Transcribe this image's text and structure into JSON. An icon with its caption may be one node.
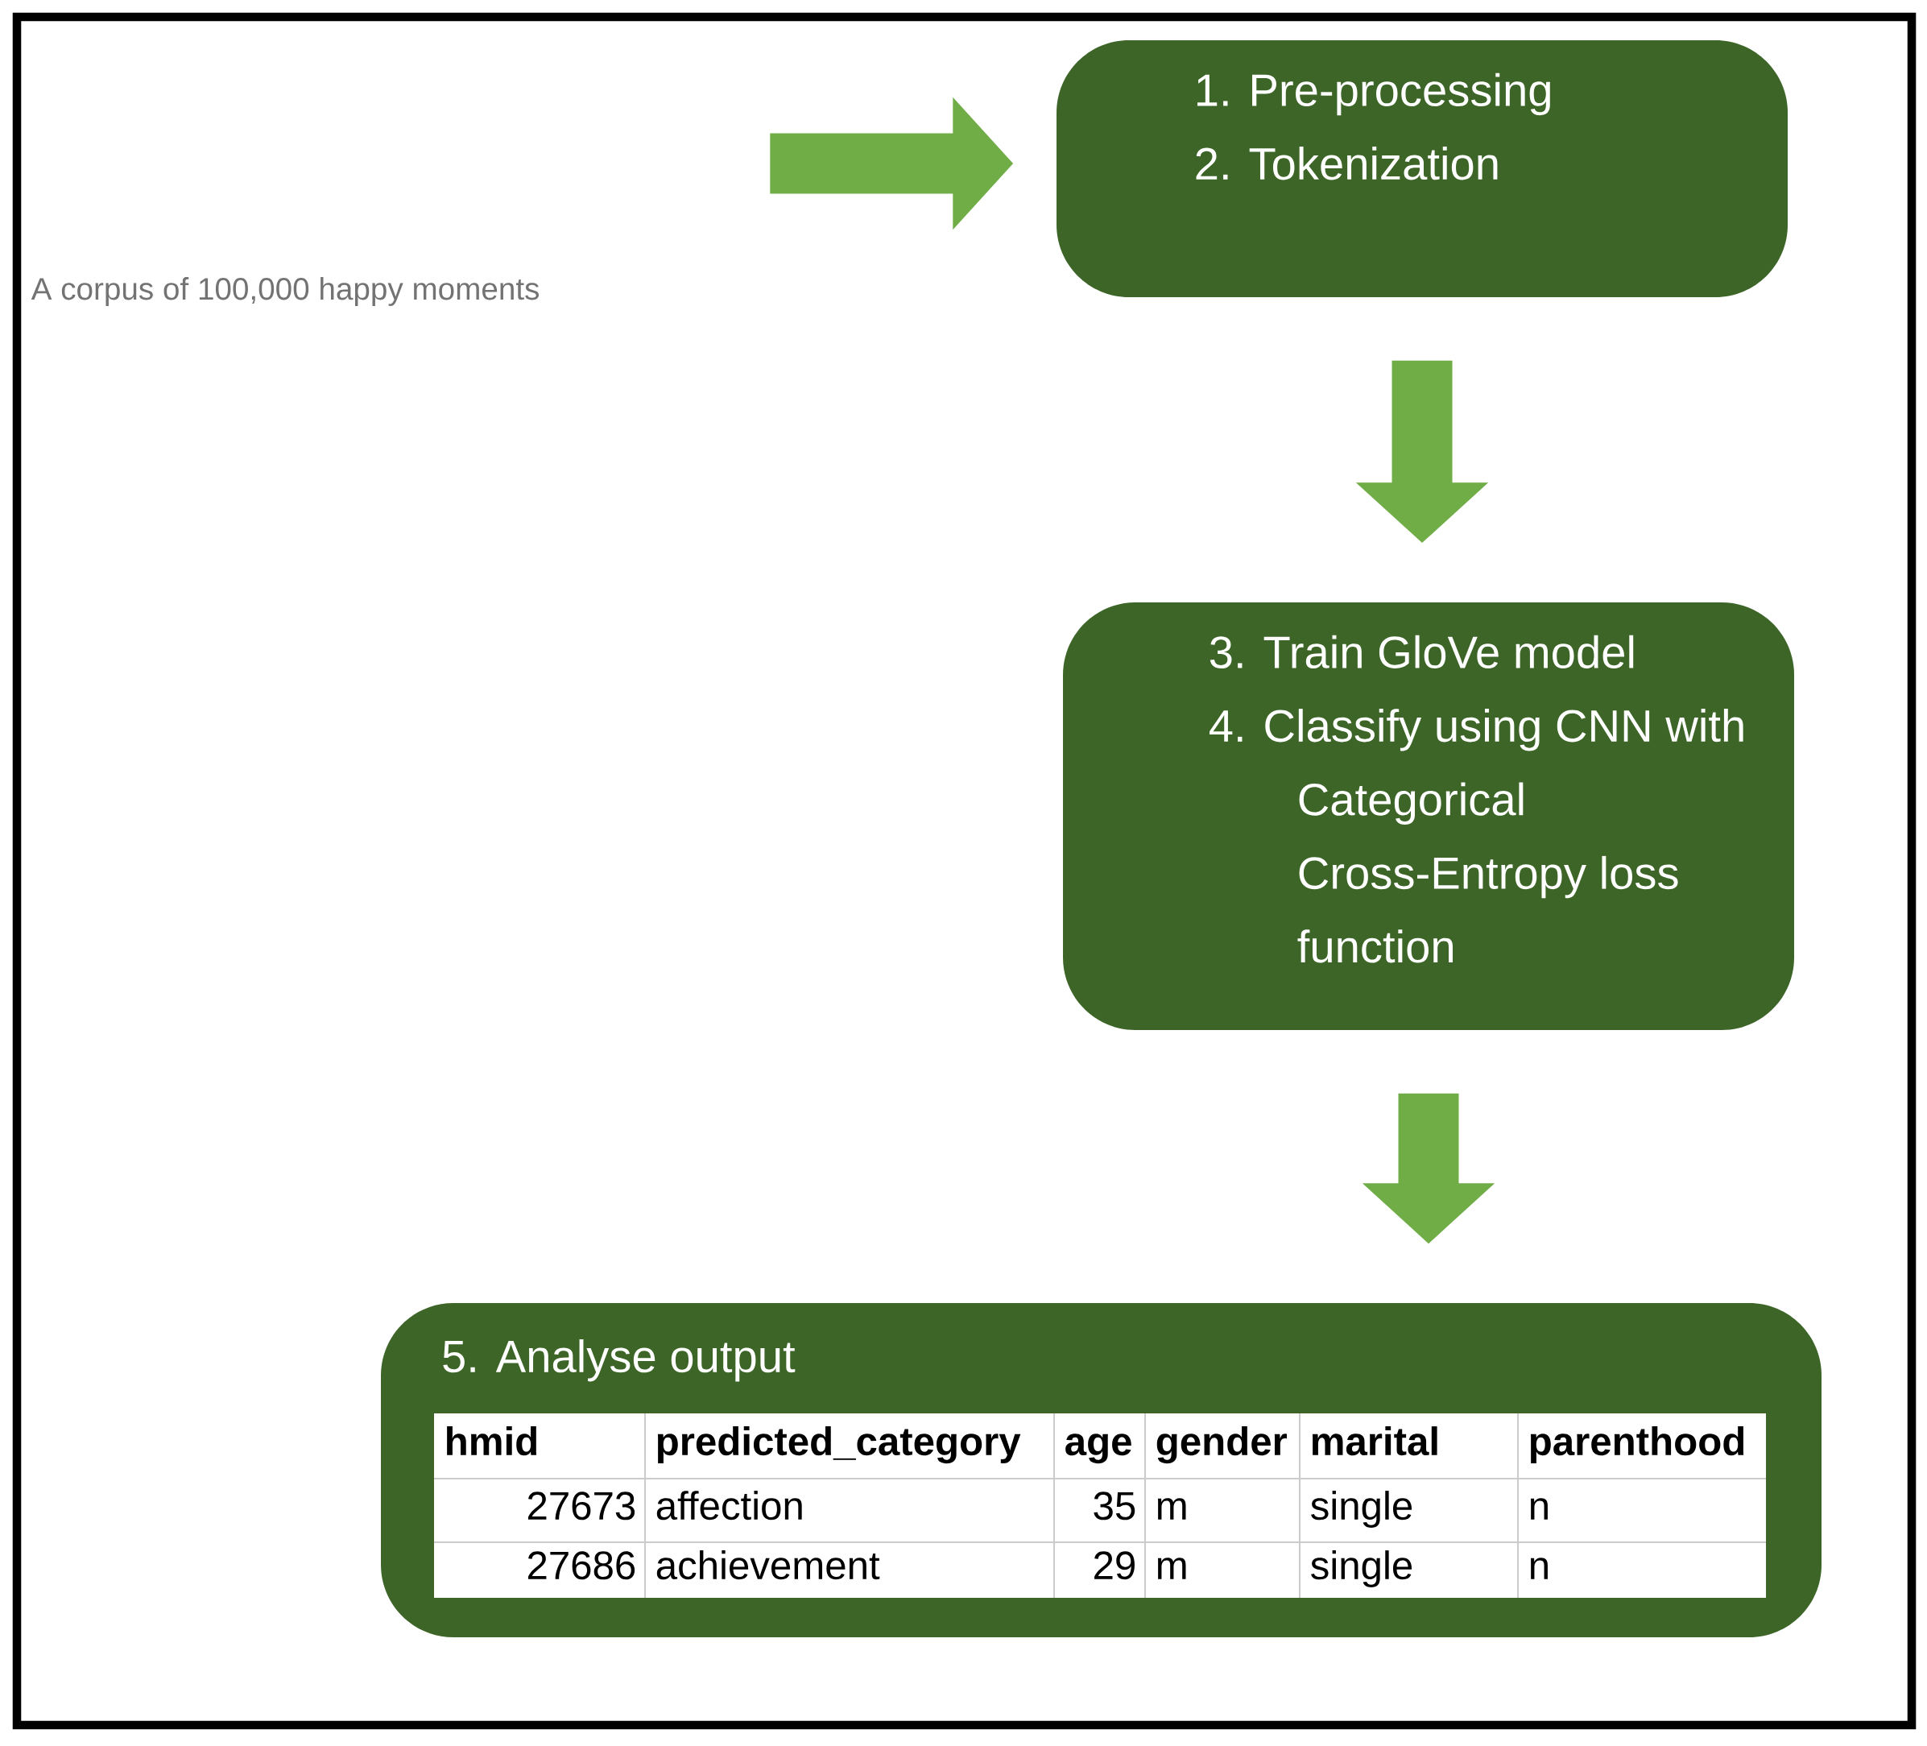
{
  "diagram": {
    "nodes": [
      {
        "text": [
          "1. Pre-processing",
          "2. Tokenization"
        ]
      },
      {
        "text": [
          "3. Train GloVe model",
          "4. Classify using CNN with Categorical Cross-Entropy loss function"
        ]
      },
      {
        "text": [
          "5. Analyse output"
        ]
      }
    ],
    "edges": [
      {
        "from": null,
        "to": 0,
        "arrow": "to"
      },
      {
        "from": 0,
        "to": 1,
        "arrow": "to"
      },
      {
        "from": 1,
        "to": 2,
        "arrow": "to"
      }
    ],
    "labels": [
      "A corpus of 100,000 happy moments",
      "hmid",
      "predicted_category",
      "age",
      "gender",
      "marital",
      "parenthood",
      "27673",
      "affection",
      "35",
      "m",
      "single",
      "n",
      "27686",
      "achievement",
      "29",
      "m",
      "single",
      "n"
    ]
  }
}
